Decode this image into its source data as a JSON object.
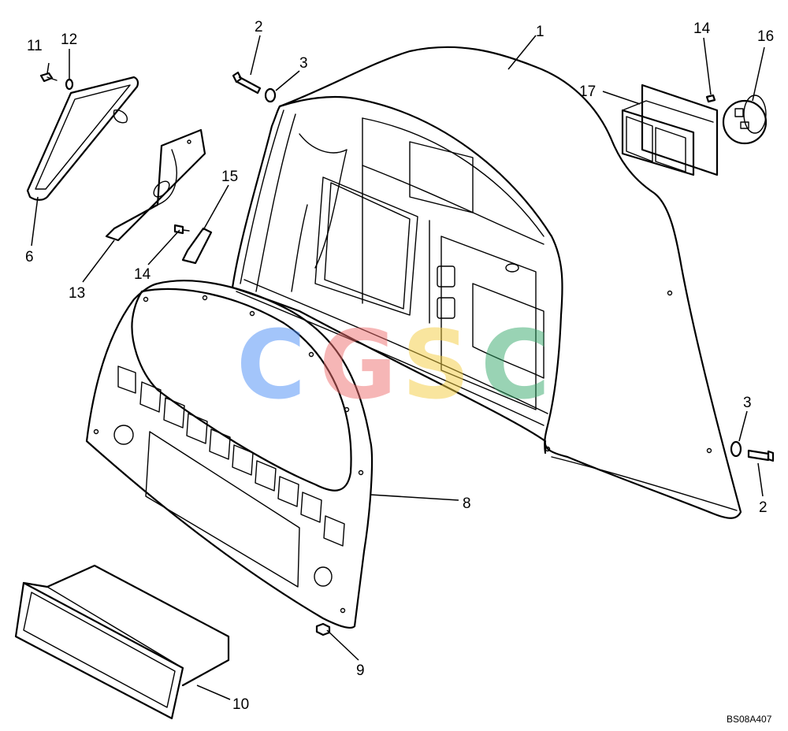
{
  "callouts": [
    {
      "id": "c11",
      "text": "11"
    },
    {
      "id": "c12",
      "text": "12"
    },
    {
      "id": "c2a",
      "text": "2"
    },
    {
      "id": "c3a",
      "text": "3"
    },
    {
      "id": "c1",
      "text": "1"
    },
    {
      "id": "c14a",
      "text": "14"
    },
    {
      "id": "c16",
      "text": "16"
    },
    {
      "id": "c17",
      "text": "17"
    },
    {
      "id": "c15",
      "text": "15"
    },
    {
      "id": "c6",
      "text": "6"
    },
    {
      "id": "c14b",
      "text": "14"
    },
    {
      "id": "c13",
      "text": "13"
    },
    {
      "id": "c3b",
      "text": "3"
    },
    {
      "id": "c8",
      "text": "8"
    },
    {
      "id": "c2b",
      "text": "2"
    },
    {
      "id": "c9",
      "text": "9"
    },
    {
      "id": "c10",
      "text": "10"
    }
  ],
  "watermark": {
    "letters": [
      "C",
      "G",
      "S",
      "C"
    ],
    "colors": [
      "#4a8cf7",
      "#ef6f6f",
      "#f4cd3f",
      "#35a86b"
    ]
  },
  "drawing_code": "BS08A407"
}
